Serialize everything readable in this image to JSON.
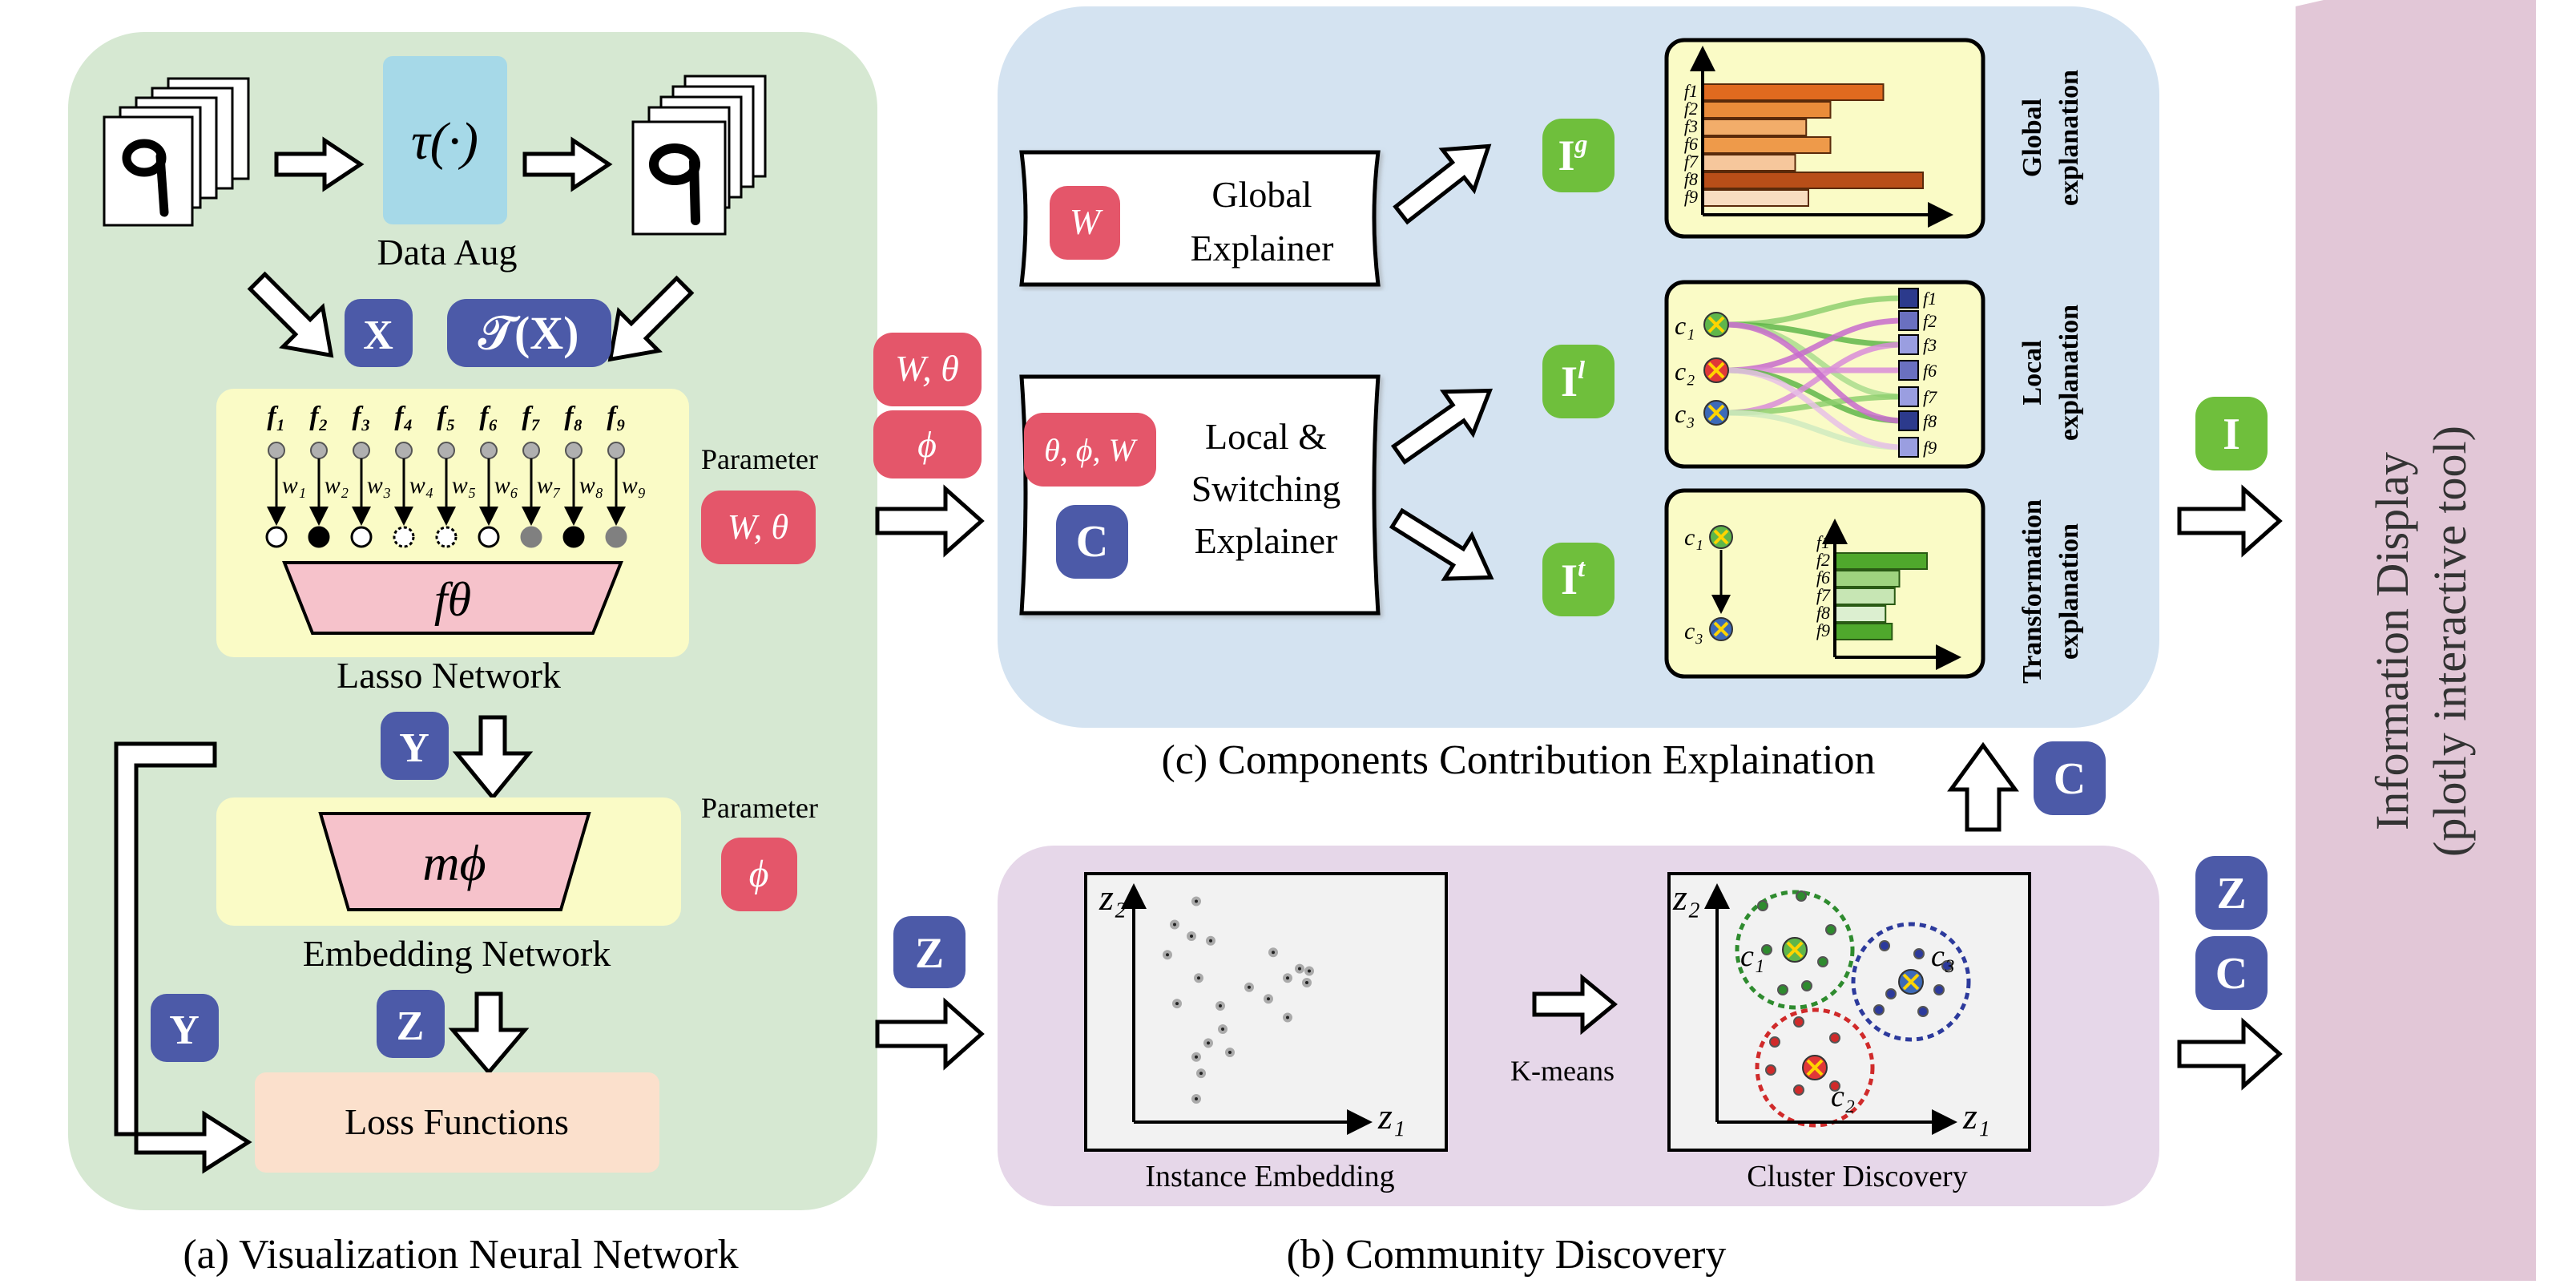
{
  "panels": {
    "a_caption": "(a) Visualization Neural Network",
    "b_caption": "(b) Community Discovery",
    "c_caption": "(c) Components Contribution Explaination",
    "info_display_line1": "Information Display",
    "info_display_line2": "(plotly interactive tool)"
  },
  "data_aug": {
    "tau": "τ(·)",
    "label": "Data Aug"
  },
  "inputs": {
    "x": "X",
    "tx": "𝒯(X)"
  },
  "lasso": {
    "features": [
      "f₁",
      "f₂",
      "f₃",
      "f₄",
      "f₅",
      "f₆",
      "f₇",
      "f₈",
      "f₉"
    ],
    "weights": [
      "w₁",
      "w₂",
      "w₃",
      "w₄",
      "w₅",
      "w₆",
      "w₇",
      "w₈",
      "w₉"
    ],
    "f_theta": "fθ",
    "label": "Lasso Network",
    "param_label": "Parameter",
    "param_value": "W, θ"
  },
  "embedding": {
    "m_phi": "mϕ",
    "label": "Embedding Network",
    "param_label": "Parameter",
    "param_value": "ϕ",
    "y_badge": "Y",
    "z_badge": "Z"
  },
  "loss": {
    "label": "Loss Functions",
    "y_badge": "Y"
  },
  "mid_inputs": {
    "w_theta": "W, θ",
    "phi": "ϕ",
    "z": "Z"
  },
  "explainers": {
    "global_w": "W",
    "global_line1": "Global",
    "global_line2": "Explainer",
    "local_params": "θ, ϕ, W",
    "local_c": "C",
    "local_line1": "Local &",
    "local_line2": "Switching",
    "local_line3": "Explainer",
    "ig": "I",
    "ig_sup": "g",
    "il": "I",
    "il_sup": "l",
    "it": "I",
    "it_sup": "t",
    "global_expl_line1": "Global",
    "global_expl_line2": "explanation",
    "local_expl_line1": "Local",
    "local_expl_line2": "explanation",
    "trans_expl_line1": "Transformation",
    "trans_expl_line2": "explanation"
  },
  "right_badges": {
    "i": "I",
    "z": "Z",
    "c": "C",
    "c_up": "C"
  },
  "community": {
    "z1": "z₁",
    "z2": "z₂",
    "kmeans": "K-means",
    "instance_label": "Instance Embedding",
    "cluster_label": "Cluster Discovery",
    "c1": "c₁",
    "c2": "c₂",
    "c3": "c₃"
  },
  "colors": {
    "panel_a": "#d6e8d2",
    "panel_c": "#d4e3f1",
    "panel_b": "#e6d7e9",
    "info_display": "#e2c7d7",
    "yellow_box": "#fafbc6",
    "pink_trap": "#f6c2cb",
    "loss_box": "#fbe0cc",
    "badge_blue": "#4c5aa8",
    "badge_red": "#e4566a",
    "badge_green": "#6fbf3c",
    "cyan_box": "#a6d9e8"
  },
  "chart_data": [
    {
      "type": "bar",
      "name": "global",
      "categories": [
        "f1",
        "f2",
        "f3",
        "f6",
        "f7",
        "f8",
        "f9"
      ],
      "values": [
        0.82,
        0.58,
        0.47,
        0.58,
        0.42,
        1.0,
        0.48
      ]
    },
    {
      "type": "bar",
      "name": "transformation",
      "categories": [
        "f1",
        "f2",
        "f6",
        "f7",
        "f8",
        "f9"
      ],
      "values": [
        0.0,
        1.0,
        0.7,
        0.65,
        0.55,
        0.62
      ]
    },
    {
      "type": "scatter",
      "name": "instance_embedding",
      "x": [
        0.17,
        0.26,
        0.24,
        0.32,
        0.27,
        0.14,
        0.18,
        0.36,
        0.48,
        0.56,
        0.64,
        0.58,
        0.69,
        0.73,
        0.72,
        0.26,
        0.31,
        0.37,
        0.28,
        0.4,
        0.64,
        0.26
      ],
      "y": [
        0.85,
        0.95,
        0.8,
        0.78,
        0.62,
        0.72,
        0.51,
        0.5,
        0.58,
        0.53,
        0.62,
        0.73,
        0.66,
        0.65,
        0.6,
        0.28,
        0.34,
        0.4,
        0.21,
        0.3,
        0.45,
        0.1
      ]
    }
  ]
}
